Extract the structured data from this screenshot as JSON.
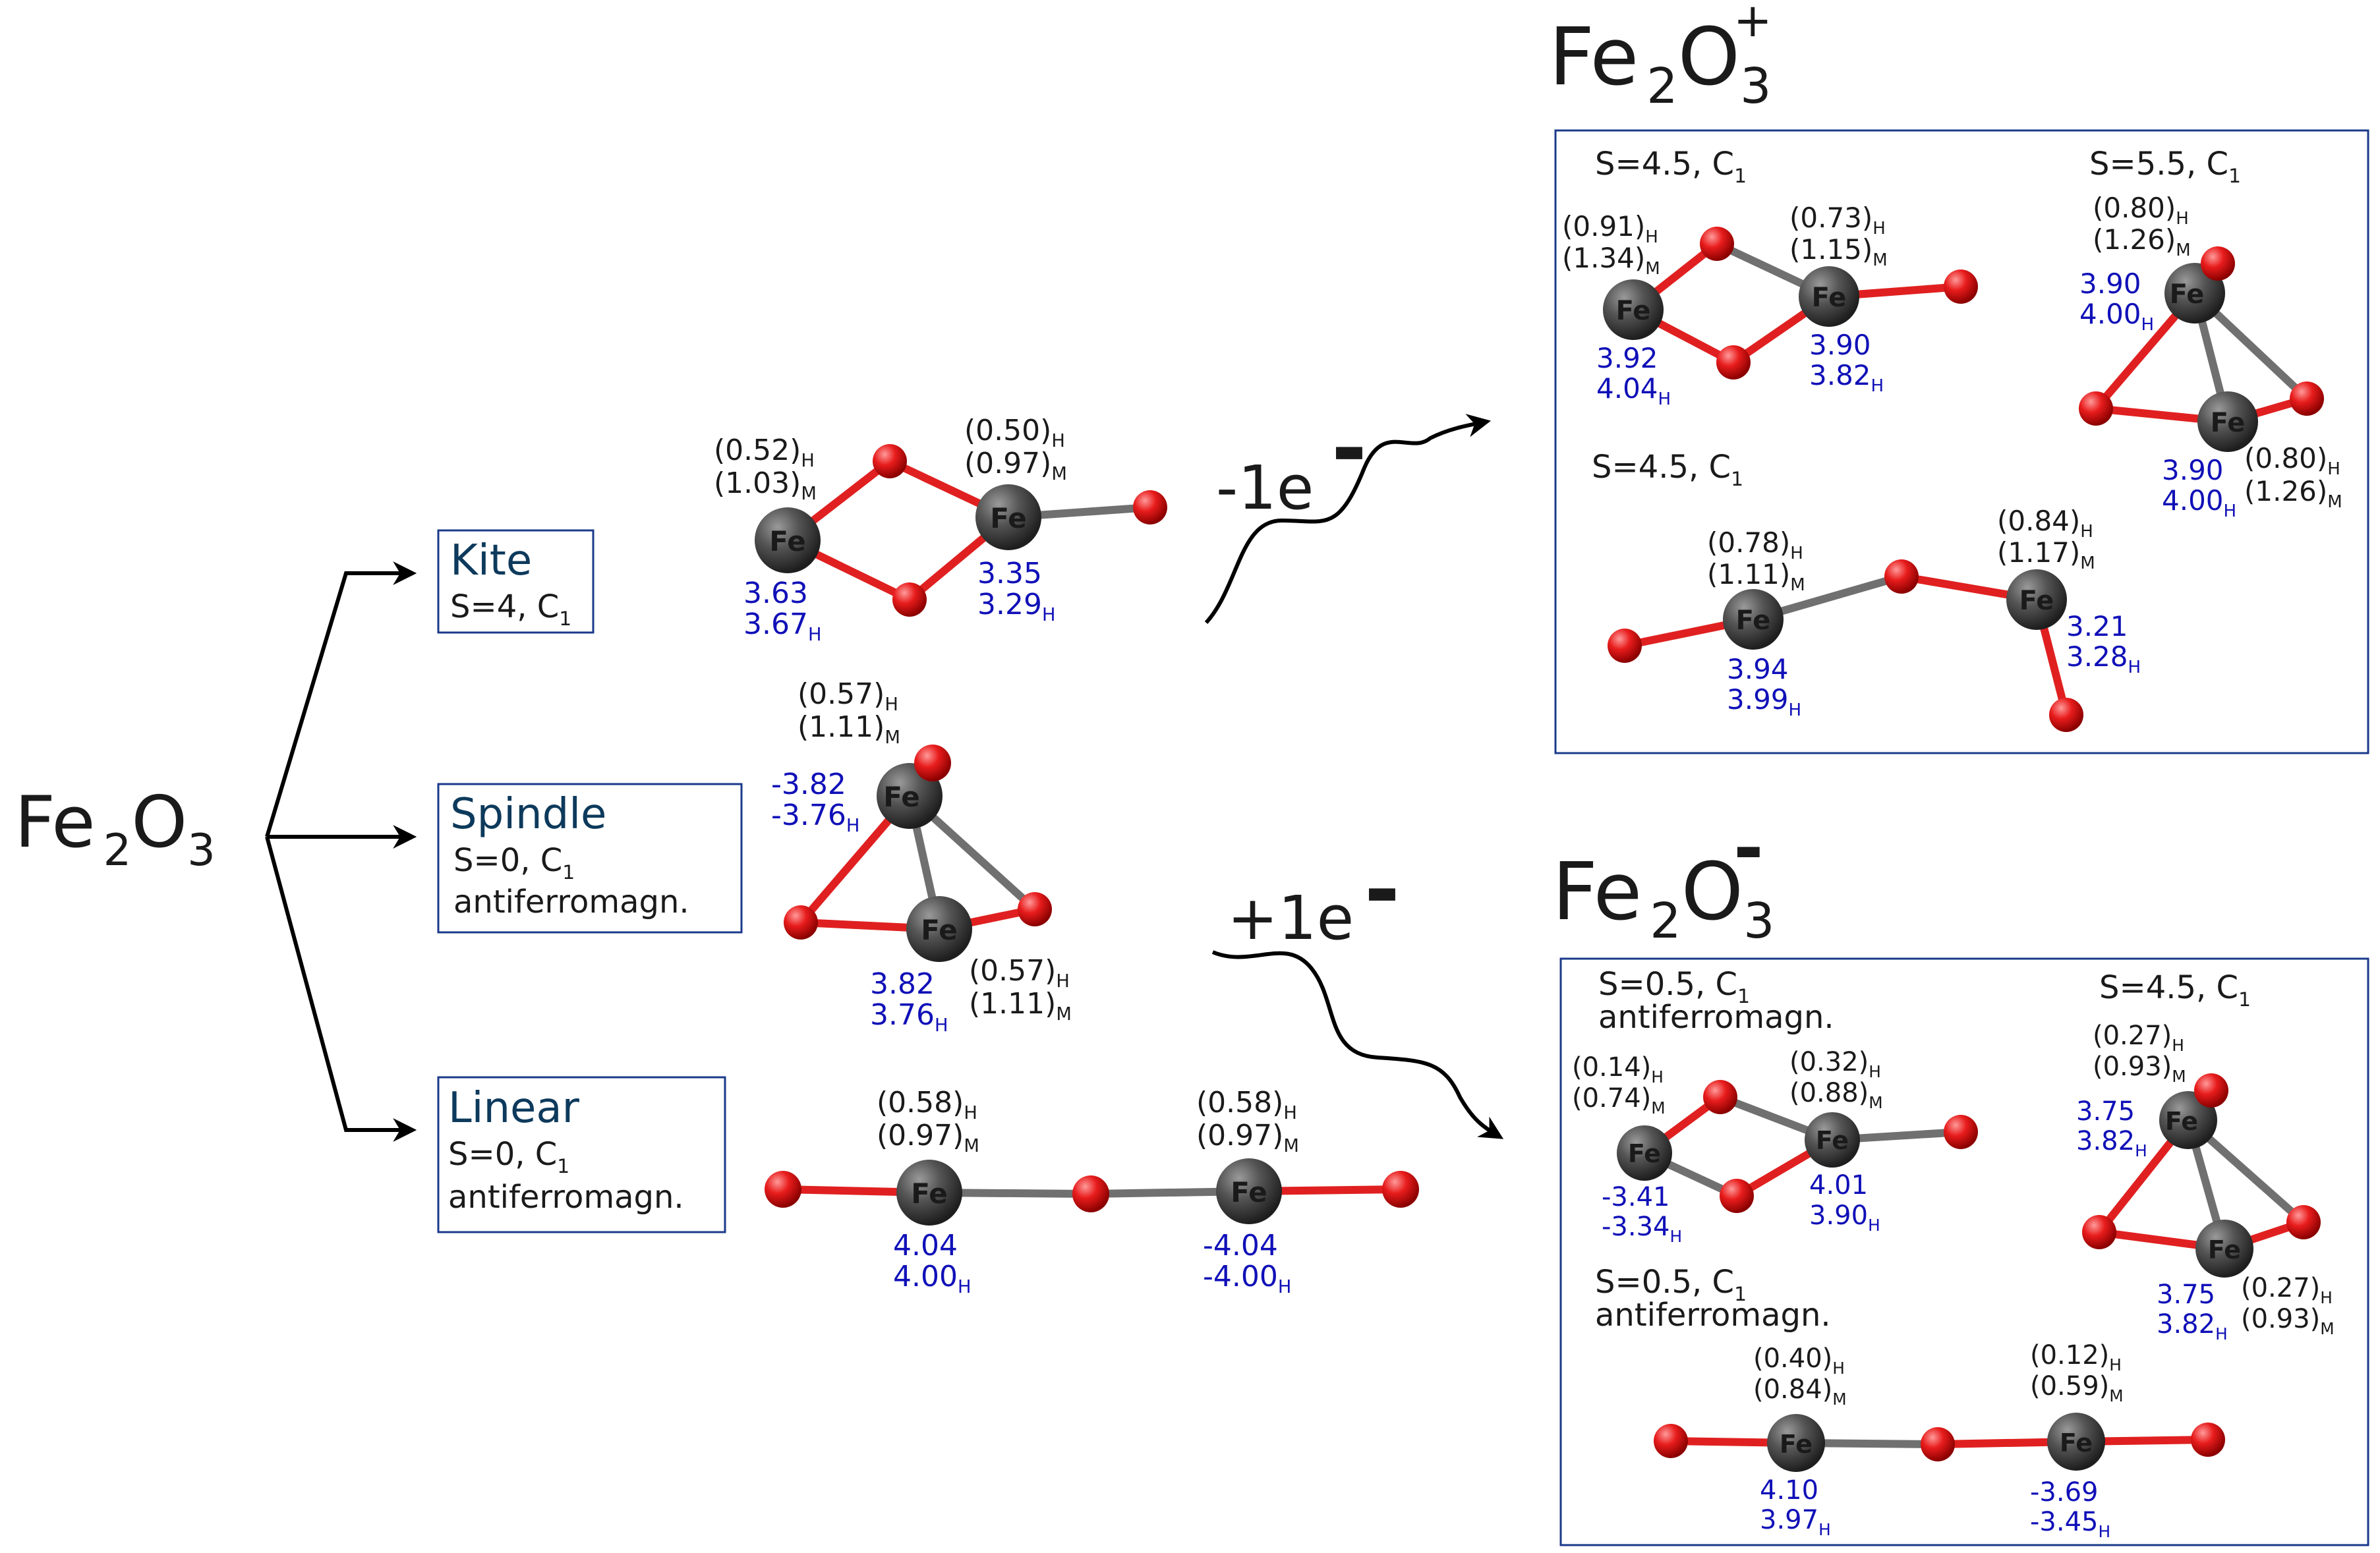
{
  "reactant": {
    "base": "Fe",
    "sub1": "2",
    "mid": "O",
    "sub2": "3"
  },
  "isomers": [
    {
      "name": "Kite",
      "line1": "S=4, C",
      "line1_sub": "1",
      "line2": ""
    },
    {
      "name": "Spindle",
      "line1": "S=0, C",
      "line1_sub": "1",
      "line2": "antiferromagn."
    },
    {
      "name": "Linear",
      "line1": "S=0, C",
      "line1_sub": "1",
      "line2": "antiferromagn."
    }
  ],
  "atoms": {
    "fe": "Fe",
    "o": "O"
  },
  "subscripts": {
    "h": "H",
    "m": "M"
  },
  "kite": {
    "fe1_charge_h": "(0.52)",
    "fe1_charge_m": "(1.03)",
    "fe2_charge_h": "(0.50)",
    "fe2_charge_m": "(0.97)",
    "fe1_spin_a": "3.63",
    "fe1_spin_b": "3.67",
    "fe2_spin_a": "3.35",
    "fe2_spin_b": "3.29"
  },
  "spindle": {
    "fe1_charge_h": "(0.57)",
    "fe1_charge_m": "(1.11)",
    "fe2_charge_h": "(0.57)",
    "fe2_charge_m": "(1.11)",
    "fe1_spin_a": "-3.82",
    "fe1_spin_b": "-3.76",
    "fe2_spin_a": "3.82",
    "fe2_spin_b": "3.76"
  },
  "linear": {
    "fe1_charge_h": "(0.58)",
    "fe1_charge_m": "(0.97)",
    "fe2_charge_h": "(0.58)",
    "fe2_charge_m": "(0.97)",
    "fe1_spin_a": "4.04",
    "fe1_spin_b": "4.00",
    "fe2_spin_a": "-4.04",
    "fe2_spin_b": "-4.00"
  },
  "reactions": {
    "oxidation": {
      "label": "-1e",
      "sign": "-"
    },
    "reduction": {
      "label": "+1e",
      "sign": "-"
    }
  },
  "cation": {
    "charge": "+",
    "kite": {
      "state": "S=4.5, C",
      "state_sub": "1",
      "fe1_charge_h": "(0.91)",
      "fe1_charge_m": "(1.34)",
      "fe2_charge_h": "(0.73)",
      "fe2_charge_m": "(1.15)",
      "fe1_spin_a": "3.92",
      "fe1_spin_b": "4.04",
      "fe2_spin_a": "3.90",
      "fe2_spin_b": "3.82"
    },
    "spindle": {
      "state": "S=5.5, C",
      "state_sub": "1",
      "fe1_charge_h": "(0.80)",
      "fe1_charge_m": "(1.26)",
      "fe2_charge_h": "(0.80)",
      "fe2_charge_m": "(1.26)",
      "fe1_spin_a": "3.90",
      "fe1_spin_b": "4.00",
      "fe2_spin_a": "3.90",
      "fe2_spin_b": "4.00"
    },
    "linear": {
      "state": "S=4.5, C",
      "state_sub": "1",
      "fe1_charge_h": "(0.78)",
      "fe1_charge_m": "(1.11)",
      "fe2_charge_h": "(0.84)",
      "fe2_charge_m": "(1.17)",
      "fe1_spin_a": "3.94",
      "fe1_spin_b": "3.99",
      "fe2_spin_a": "3.21",
      "fe2_spin_b": "3.28"
    }
  },
  "anion": {
    "charge": "-",
    "kite": {
      "state": "S=0.5, C",
      "state_sub": "1",
      "state2": "antiferromagn.",
      "fe1_charge_h": "(0.14)",
      "fe1_charge_m": "(0.74)",
      "fe2_charge_h": "(0.32)",
      "fe2_charge_m": "(0.88)",
      "fe1_spin_a": "-3.41",
      "fe1_spin_b": "-3.34",
      "fe2_spin_a": "4.01",
      "fe2_spin_b": "3.90"
    },
    "spindle": {
      "state": "S=4.5, C",
      "state_sub": "1",
      "fe1_charge_h": "(0.27)",
      "fe1_charge_m": "(0.93)",
      "fe2_charge_h": "(0.27)",
      "fe2_charge_m": "(0.93)",
      "fe1_spin_a": "3.75",
      "fe1_spin_b": "3.82",
      "fe2_spin_a": "3.75",
      "fe2_spin_b": "3.82"
    },
    "linear": {
      "state": "S=0.5, C",
      "state_sub": "1",
      "state2": "antiferromagn.",
      "fe1_charge_h": "(0.40)",
      "fe1_charge_m": "(0.84)",
      "fe2_charge_h": "(0.12)",
      "fe2_charge_m": "(0.59)",
      "fe1_spin_a": "4.10",
      "fe1_spin_b": "3.97",
      "fe2_spin_a": "-3.69",
      "fe2_spin_b": "-3.45"
    }
  },
  "colors": {
    "iron": "#4a4a4a",
    "oxygen": "#e02020",
    "box": "#1a3a8a",
    "spin": "#1010b8",
    "title": "#0d3a5c"
  }
}
